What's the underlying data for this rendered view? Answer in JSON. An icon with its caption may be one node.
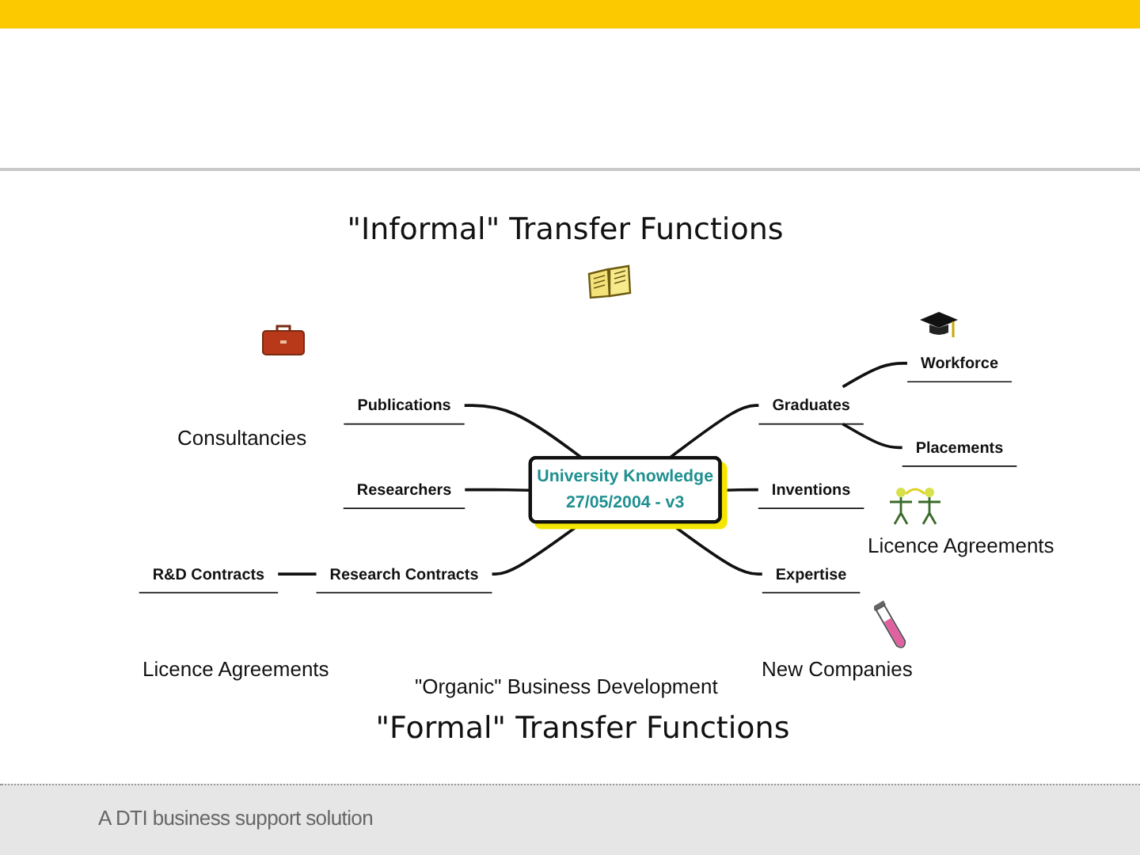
{
  "diagram": {
    "title": "\"Informal\" Transfer Functions",
    "caption": "\"Formal\" Transfer Functions",
    "nodes": [
      {
        "text": [
          "University Knowledge",
          "27/05/2004 - v3"
        ]
      },
      {
        "text": [
          "Publications"
        ]
      },
      {
        "text": [
          "Researchers"
        ]
      },
      {
        "text": [
          "Graduates"
        ]
      },
      {
        "text": [
          "Workforce"
        ]
      },
      {
        "text": [
          "Placements"
        ]
      },
      {
        "text": [
          "Research Contracts"
        ]
      },
      {
        "text": [
          "R&D Contracts"
        ]
      },
      {
        "text": [
          "Inventions"
        ]
      },
      {
        "text": [
          "Expertise"
        ]
      }
    ],
    "edges": [
      {
        "from": 1,
        "to": 0,
        "arrow": "none"
      },
      {
        "from": 2,
        "to": 0,
        "arrow": "none"
      },
      {
        "from": 0,
        "to": 3,
        "arrow": "none"
      },
      {
        "from": 3,
        "to": 4,
        "arrow": "none"
      },
      {
        "from": 3,
        "to": 5,
        "arrow": "none"
      },
      {
        "from": 6,
        "to": 0,
        "arrow": "none"
      },
      {
        "from": 7,
        "to": 6,
        "arrow": "none"
      },
      {
        "from": 0,
        "to": 8,
        "arrow": "none"
      },
      {
        "from": 0,
        "to": 9,
        "arrow": "none"
      }
    ],
    "labels": [
      "Consultancies",
      "Licence Agreements",
      "Licence Agreements",
      "New Companies",
      "\"Organic\" Business Development",
      "A DTI business support solution"
    ]
  }
}
